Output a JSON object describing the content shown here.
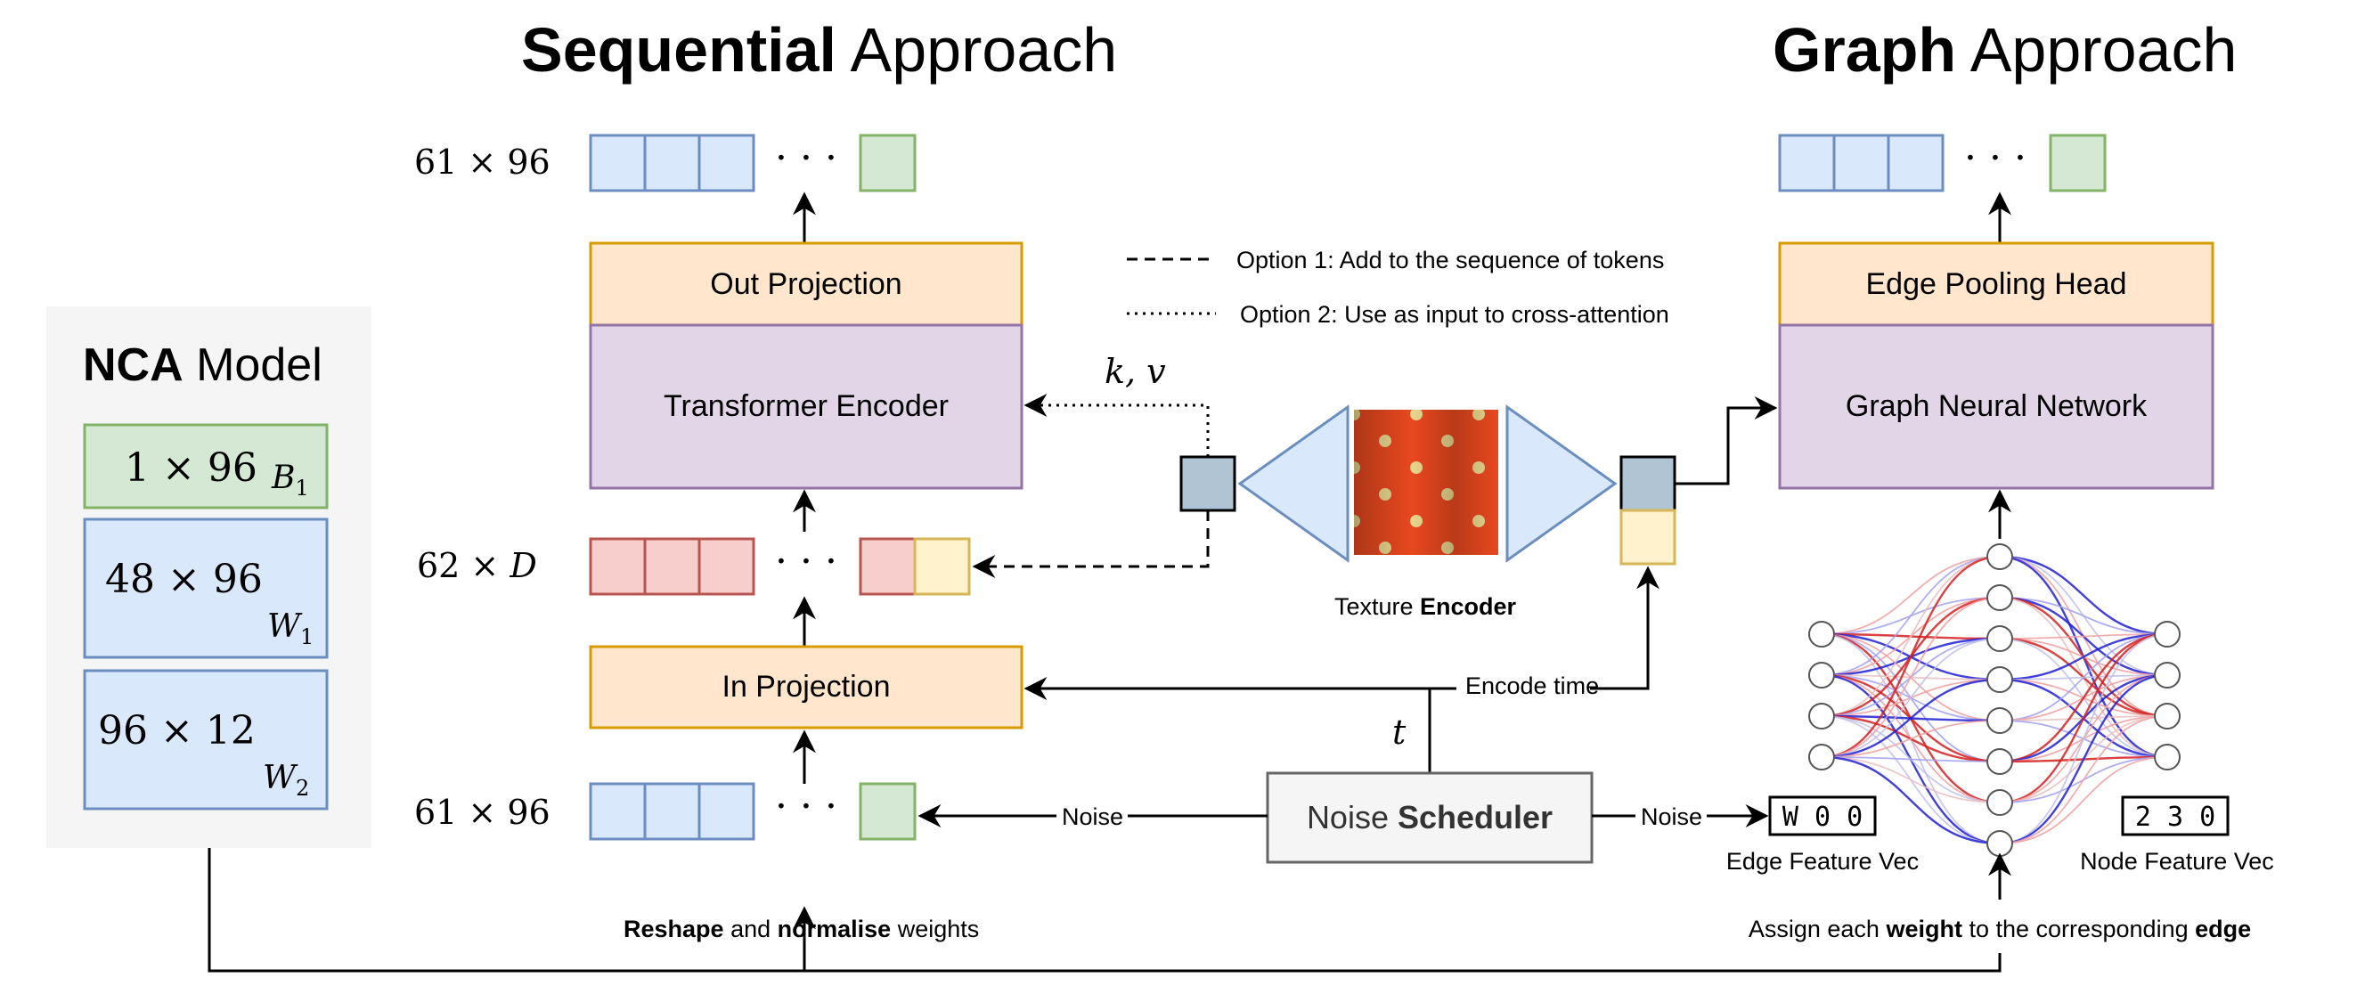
{
  "titles": {
    "sequential": {
      "bold": "Sequential",
      "rest": " Approach"
    },
    "graph": {
      "bold": "Graph",
      "rest": " Approach"
    }
  },
  "nca": {
    "title_bold": "NCA",
    "title_rest": " Model",
    "b1": {
      "dim": "1 × 96",
      "sym": "B",
      "sub": "1"
    },
    "w1": {
      "dim": "48 × 96",
      "sym": "W",
      "sub": "1"
    },
    "w2": {
      "dim": "96 × 12",
      "sym": "W",
      "sub": "2"
    }
  },
  "dims": {
    "top": "61 × 96",
    "mid_num": "62 × ",
    "mid_var": "D",
    "bottom": "61 × 96"
  },
  "boxes": {
    "out_projection": "Out Projection",
    "transformer_encoder": "Transformer Encoder",
    "in_projection": "In Projection",
    "edge_pooling_head": "Edge Pooling Head",
    "graph_neural_network": "Graph Neural Network",
    "noise_scheduler_normal": "Noise ",
    "noise_scheduler_bold": "Scheduler"
  },
  "legend": {
    "option1": "Option 1: Add  to the sequence of tokens",
    "option2": "Option 2: Use as input to cross-attention"
  },
  "labels": {
    "kv": "k, v",
    "t": "t",
    "noise_left": "Noise",
    "noise_right": "Noise",
    "encode_time": "Encode time",
    "texture_encoder_normal": "Texture ",
    "texture_encoder_bold": "Encoder",
    "reshape_bold_1": "Reshape",
    "reshape_mid": " and ",
    "reshape_bold_2": "normalise",
    "reshape_end": " weights",
    "assign_start": "Assign each ",
    "assign_bold_1": "weight",
    "assign_mid": " to the corresponding ",
    "assign_bold_2": "edge",
    "edge_feature_vec": "Edge Feature Vec",
    "node_feature_vec": "Node Feature Vec",
    "edge_feature_value": "W 0 0",
    "node_feature_value": "2 3 0",
    "dots": "· · ·"
  },
  "colors": {
    "blue_fill": "#dae8fc",
    "blue_stroke": "#6c8ebf",
    "green_fill": "#d5e8d4",
    "green_stroke": "#82b366",
    "red_fill": "#f8cecc",
    "red_stroke": "#b85450",
    "yellow_fill": "#fff2cc",
    "yellow_stroke": "#d6b656",
    "orange_fill": "#ffe6cc",
    "orange_stroke": "#d79b00",
    "purple_fill": "#e1d5e7",
    "purple_stroke": "#9673a6",
    "slate_fill": "#b0c4d4"
  }
}
